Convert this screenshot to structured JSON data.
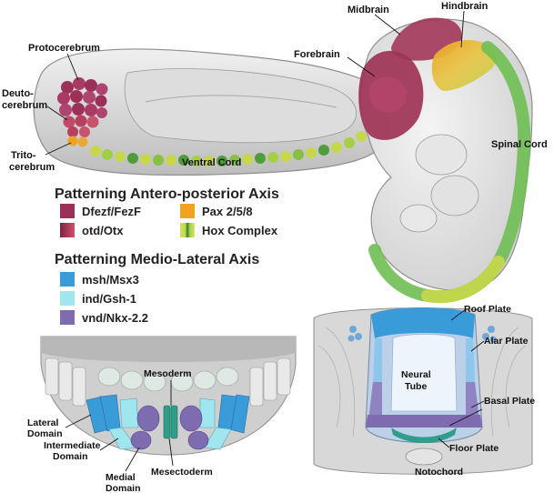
{
  "colors": {
    "dfezf": "#9b3158",
    "otd": "#b8426b",
    "pax": "#f0a321",
    "hox_light": "#c7d74a",
    "hox_dark": "#4f9d3a",
    "msh": "#3a9bd9",
    "ind": "#9fe6ef",
    "vnd": "#7e6bb0",
    "tissue_gray": "#c9c9c9"
  },
  "insect_embryo": {
    "labels": {
      "protocerebrum": "Protocerebrum",
      "deutocerebrum_1": "Deuto-",
      "deutocerebrum_2": "cerebrum",
      "tritocerebrum_1": "Trito-",
      "tritocerebrum_2": "cerebrum",
      "ventral_cord": "Ventral Cord"
    }
  },
  "vertebrate_embryo": {
    "labels": {
      "midbrain": "Midbrain",
      "hindbrain": "Hindbrain",
      "forebrain": "Forebrain",
      "spinal_cord": "Spinal Cord"
    }
  },
  "ap_legend": {
    "title": "Patterning Antero-posterior Axis",
    "items": [
      {
        "label": "Dfezf/FezF",
        "swatch": "dfezf"
      },
      {
        "label": "Pax 2/5/8",
        "swatch": "pax"
      },
      {
        "label": "otd/Otx",
        "swatch": "otd"
      },
      {
        "label": "Hox Complex",
        "swatch": "hox"
      }
    ]
  },
  "ml_legend": {
    "title": "Patterning Medio-Lateral Axis",
    "items": [
      {
        "label": "msh/Msx3",
        "swatch": "msh"
      },
      {
        "label": "ind/Gsh-1",
        "swatch": "ind"
      },
      {
        "label": "vnd/Nkx-2.2",
        "swatch": "vnd"
      }
    ]
  },
  "insect_section": {
    "labels": {
      "mesoderm": "Mesoderm",
      "lateral_1": "Lateral",
      "lateral_2": "Domain",
      "intermediate_1": "Intermediate",
      "intermediate_2": "Domain",
      "medial_1": "Medial",
      "medial_2": "Domain",
      "mesectoderm": "Mesectoderm"
    }
  },
  "neural_tube_section": {
    "labels": {
      "roof_plate": "Roof Plate",
      "alar_plate": "Alar Plate",
      "neural_1": "Neural",
      "neural_2": "Tube",
      "basal_plate": "Basal Plate",
      "floor_plate": "Floor Plate",
      "notochord": "Notochord"
    }
  }
}
